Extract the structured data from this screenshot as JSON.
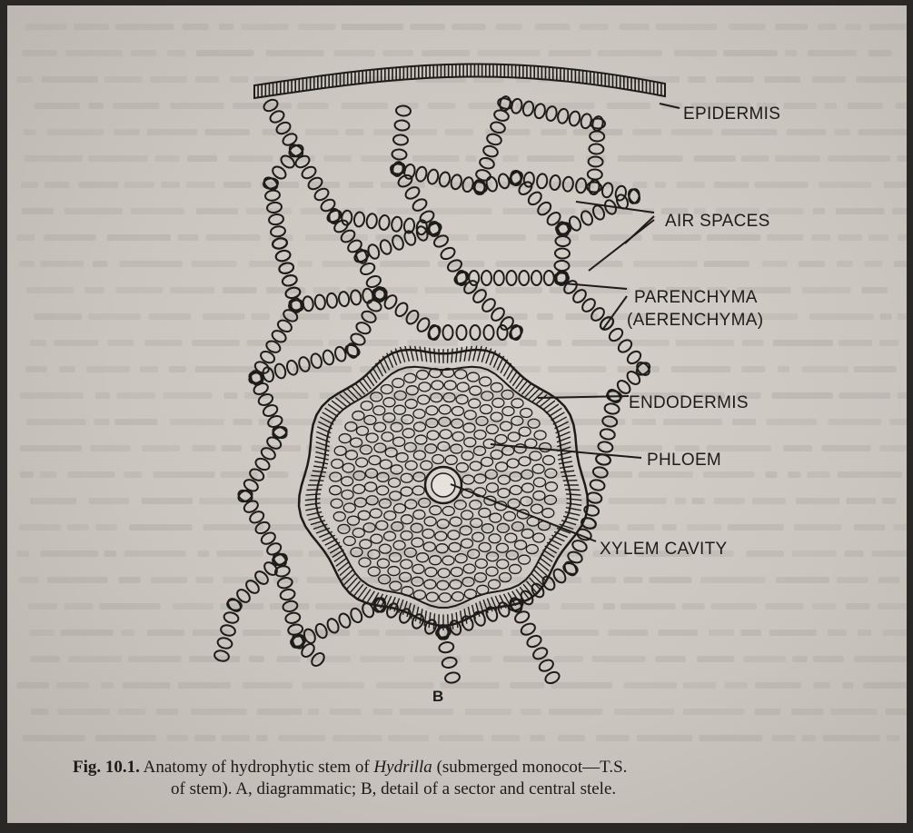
{
  "figure": {
    "labels": {
      "epidermis": "EPIDERMIS",
      "air_spaces": "AIR SPACES",
      "parenchyma": "PARENCHYMA",
      "aerenchyma": "(AERENCHYMA)",
      "endodermis": "ENDODERMIS",
      "phloem": "PHLOEM",
      "xylem_cavity": "XYLEM CAVITY"
    },
    "panel_letter": "B"
  },
  "caption": {
    "fig_number": "Fig. 10.1.",
    "text_a": " Anatomy of hydrophytic stem of ",
    "genus": "Hydrilla",
    "text_b": " (submerged monocot—T.S.",
    "line2": "of stem). A, diagrammatic; B, detail of a sector and central stele."
  },
  "colors": {
    "paper": "#cfcbc4",
    "ink": "#1e1c1b",
    "bleed_through": "#a29e98"
  }
}
